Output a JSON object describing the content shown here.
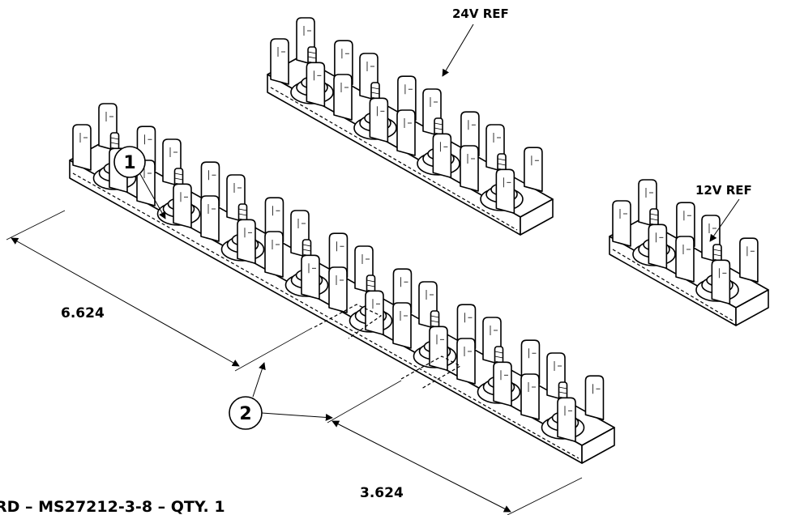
{
  "labels": {
    "ref_24v": "24V REF",
    "ref_12v": "12V REF",
    "dim_long": "6.624",
    "dim_short": "3.624",
    "balloon_1": "1",
    "balloon_2": "2",
    "part_note": "RD – MS27212-3-8 – QTY. 1"
  },
  "strips": [
    {
      "name": "24v-terminal-strip",
      "terminals": 4
    },
    {
      "name": "12v-terminal-strip",
      "terminals": 2
    },
    {
      "name": "long-terminal-strip",
      "terminals": 8
    }
  ]
}
